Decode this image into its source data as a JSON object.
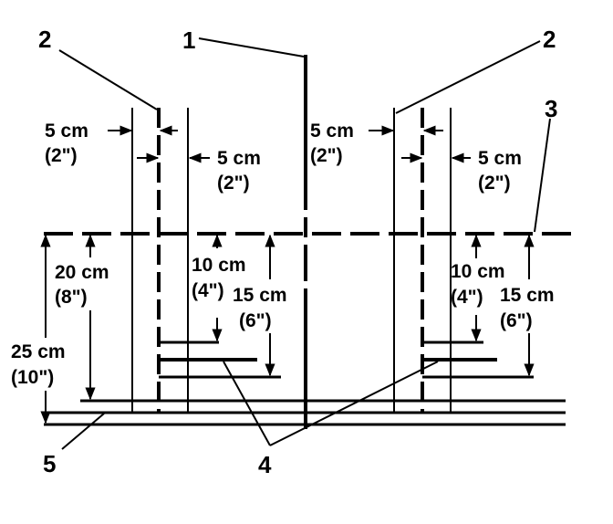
{
  "callouts": {
    "c1": "1",
    "c2_left": "2",
    "c2_right": "2",
    "c3": "3",
    "c4": "4",
    "c5": "5"
  },
  "dims": {
    "left_gap_top_cm": "5 cm",
    "left_gap_top_in": "(2\")",
    "left_gap_mid_cm": "5 cm",
    "left_gap_mid_in": "(2\")",
    "right_gap_top_cm": "5 cm",
    "right_gap_top_in": "(2\")",
    "right_gap_mid_cm": "5 cm",
    "right_gap_mid_in": "(2\")",
    "d20_cm": "20 cm",
    "d20_in": "(8\")",
    "d25_cm": "25 cm",
    "d25_in": "(10\")",
    "left_10_cm": "10 cm",
    "left_10_in": "(4\")",
    "left_15_cm": "15 cm",
    "left_15_in": "(6\")",
    "right_10_cm": "10 cm",
    "right_10_in": "(4\")",
    "right_15_cm": "15 cm",
    "right_15_in": "(6\")"
  },
  "colors": {
    "ink": "#000000",
    "background": "#ffffff"
  }
}
